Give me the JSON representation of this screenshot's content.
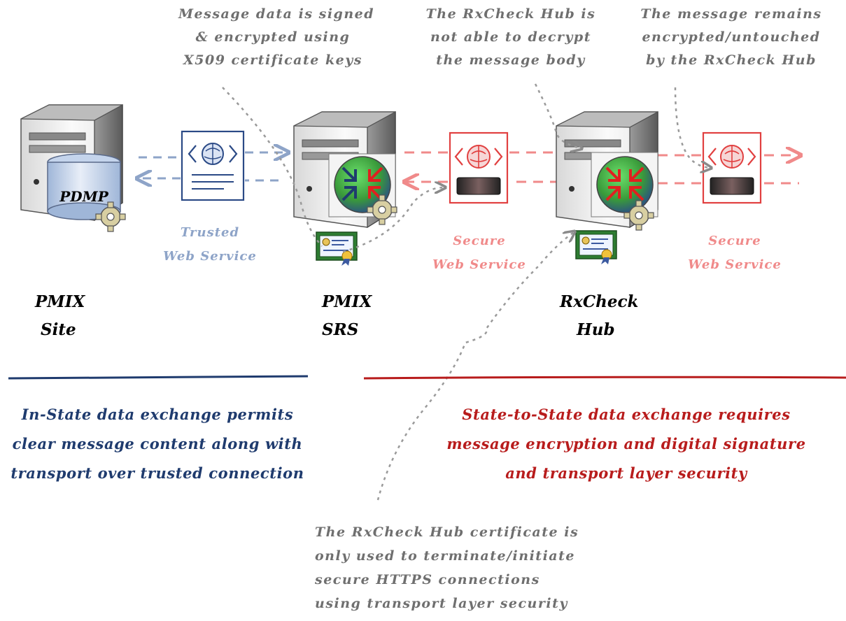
{
  "annotations": {
    "signed": [
      "Message data is signed",
      "& encrypted using",
      "X509 certificate keys"
    ],
    "decrypt": [
      "The RxCheck Hub is",
      "not able to decrypt",
      "the message body"
    ],
    "untouched": [
      "The message remains",
      "encrypted/untouched",
      "by the RxCheck Hub"
    ],
    "hub_cert": [
      "The RxCheck Hub certificate is",
      "only used to terminate/initiate",
      "secure HTTPS connections",
      "using transport layer security"
    ]
  },
  "services": {
    "trusted": [
      "Trusted",
      "Web Service"
    ],
    "secure_1": [
      "Secure",
      "Web Service"
    ],
    "secure_2": [
      "Secure",
      "Web Service"
    ]
  },
  "nodes": {
    "pmix_site": [
      "PMIX",
      "Site"
    ],
    "pmix_srs": [
      "PMIX",
      "SRS"
    ],
    "rxcheck_hub": [
      "RxCheck",
      "Hub"
    ],
    "pdmp_label": "PDMP"
  },
  "summaries": {
    "in_state": [
      "In-State data exchange permits",
      "clear message content along with",
      "transport over trusted connection"
    ],
    "state_to_state": [
      "State-to-State data exchange requires",
      "message encryption and digital signature",
      "and transport layer security"
    ]
  },
  "colors": {
    "blue": "#1f3b6e",
    "blue_light": "#8ea4c8",
    "red": "#b81c1c",
    "red_light": "#f08a8a",
    "gray_note": "#6f6f6f"
  }
}
